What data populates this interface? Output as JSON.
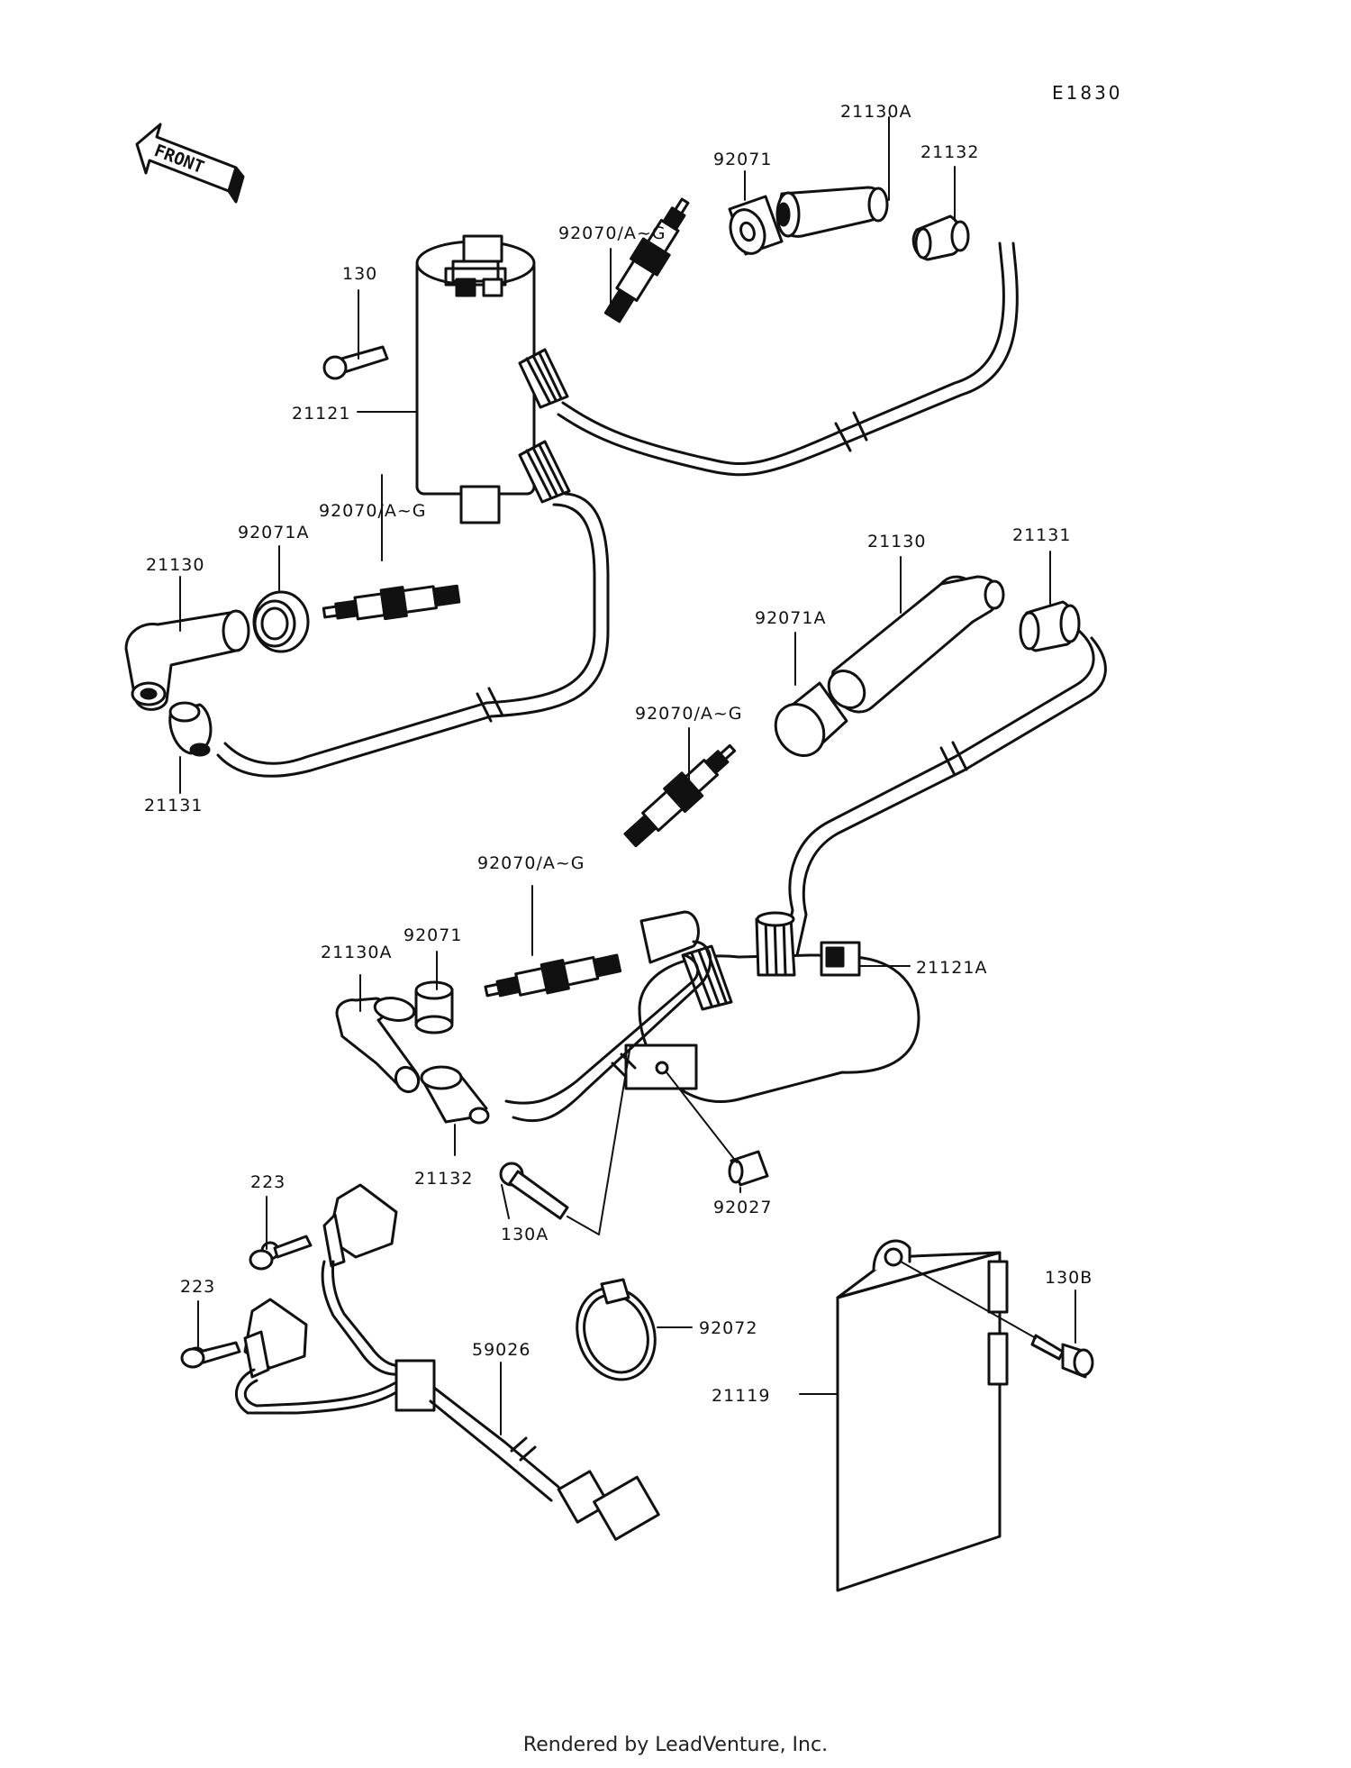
{
  "diagram": {
    "code": "E1830",
    "front_label": "FRONT",
    "parts": {
      "p130": "130",
      "p130A": "130A",
      "p130B": "130B",
      "p223_a": "223",
      "p223_b": "223",
      "p21119": "21119",
      "p21121": "21121",
      "p21121A": "21121A",
      "p21130_a": "21130",
      "p21130_b": "21130",
      "p21130A_a": "21130A",
      "p21130A_b": "21130A",
      "p21131_a": "21131",
      "p21131_b": "21131",
      "p21132_a": "21132",
      "p21132_b": "21132",
      "p59026": "59026",
      "p92027": "92027",
      "p92070_a": "92070/A~G",
      "p92070_b": "92070/A~G",
      "p92070_c": "92070/A~G",
      "p92070_d": "92070/A~G",
      "p92071_a": "92071",
      "p92071_b": "92071",
      "p92071A_a": "92071A",
      "p92071A_b": "92071A",
      "p92072": "92072"
    }
  },
  "footer": {
    "credit": "Rendered by LeadVenture, Inc."
  }
}
